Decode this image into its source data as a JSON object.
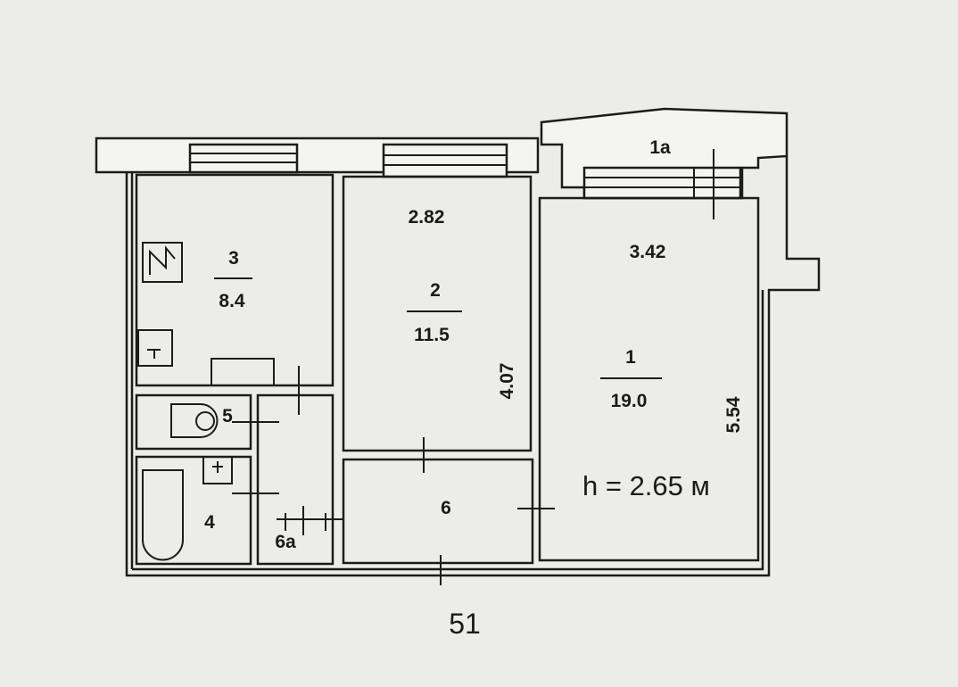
{
  "plan": {
    "number": "51",
    "ceiling_height": "h = 2.65 м",
    "rooms": {
      "r1a": {
        "number": "1a"
      },
      "r1": {
        "number": "1",
        "area": "19.0",
        "width": "3.42",
        "length": "5.54"
      },
      "r2": {
        "number": "2",
        "area": "11.5",
        "width": "2.82",
        "length": "4.07"
      },
      "r3": {
        "number": "3",
        "area": "8.4"
      },
      "r4": {
        "number": "4"
      },
      "r5": {
        "number": "5"
      },
      "r6": {
        "number": "6"
      },
      "r6a": {
        "number": "6a"
      }
    }
  }
}
